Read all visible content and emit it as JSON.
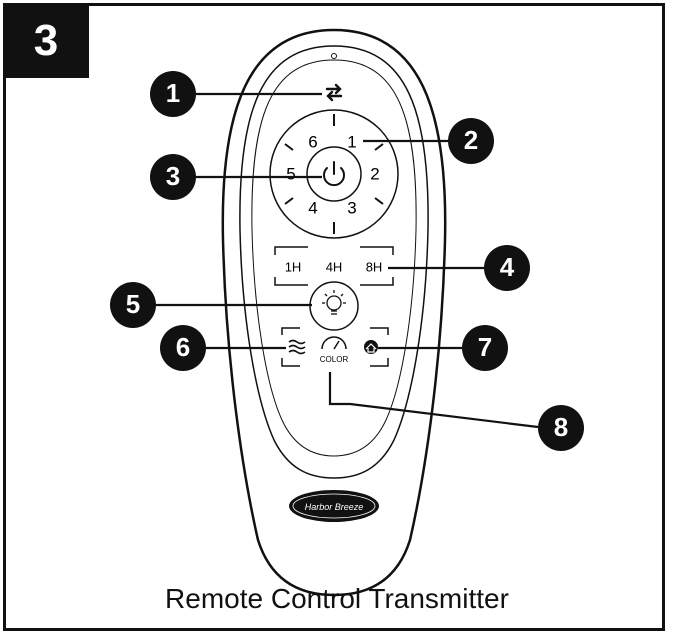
{
  "step_number": "3",
  "caption": "Remote Control Transmitter",
  "callouts": [
    "1",
    "2",
    "3",
    "4",
    "5",
    "6",
    "7",
    "8"
  ],
  "speed_labels": [
    "1",
    "2",
    "3",
    "4",
    "5",
    "6"
  ],
  "timer_labels": [
    "1H",
    "4H",
    "8H"
  ],
  "color_label": "COLOR",
  "brand_logo": "Harbor Breeze"
}
